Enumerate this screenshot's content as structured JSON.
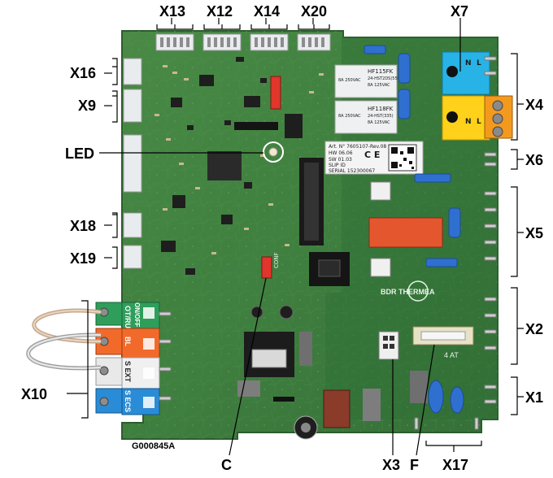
{
  "figure_code": "G000845A",
  "callouts": {
    "x13": "X13",
    "x12": "X12",
    "x14": "X14",
    "x20": "X20",
    "x7": "X7",
    "x16": "X16",
    "x9": "X9",
    "led": "LED",
    "x18": "X18",
    "x19": "X19",
    "x10": "X10",
    "x4": "X4",
    "x6": "X6",
    "x5": "X5",
    "x2": "X2",
    "x1": "X1",
    "c": "C",
    "x3": "X3",
    "f": "F",
    "x17": "X17"
  },
  "relays": [
    {
      "line1": "HF115FK",
      "line2": "24-HST2DS(555)",
      "line3": "8A 250VAC",
      "line4": "8A 125VAC"
    },
    {
      "line1": "HF118FK",
      "line2": "24-HST(335)",
      "line3": "8A 250VAC",
      "line4": "8A 125VAC"
    }
  ],
  "sticker": {
    "art": "Art. N° 7605107-Rev.08",
    "hw": "HW 06.06",
    "sw": "SW 01.03",
    "slip": "SLIP ID",
    "serial": "SERIAL 152300067"
  },
  "brand": "BDR THERMEA",
  "fuse_label": "4 AT",
  "x10_terminals": [
    "ON/OFF",
    "OT/RU",
    "BL",
    "S EXT",
    "S ECS"
  ],
  "x7_symbols": [
    "N",
    "L",
    "N",
    "L"
  ],
  "colors": {
    "board": "#3f7f3f",
    "board_dark": "#2e6a32",
    "connector_white": "#f2f2f2",
    "terminal_green": "#2f9e5b",
    "terminal_orange": "#f26a2a",
    "terminal_blue": "#2a8cd6",
    "block_yellow": "#ffd11a",
    "block_cyan": "#27b3e6",
    "relay_red": "#e4572e",
    "capacitor_blue": "#2f6fd0",
    "choke_brown": "#8a3b2a"
  }
}
